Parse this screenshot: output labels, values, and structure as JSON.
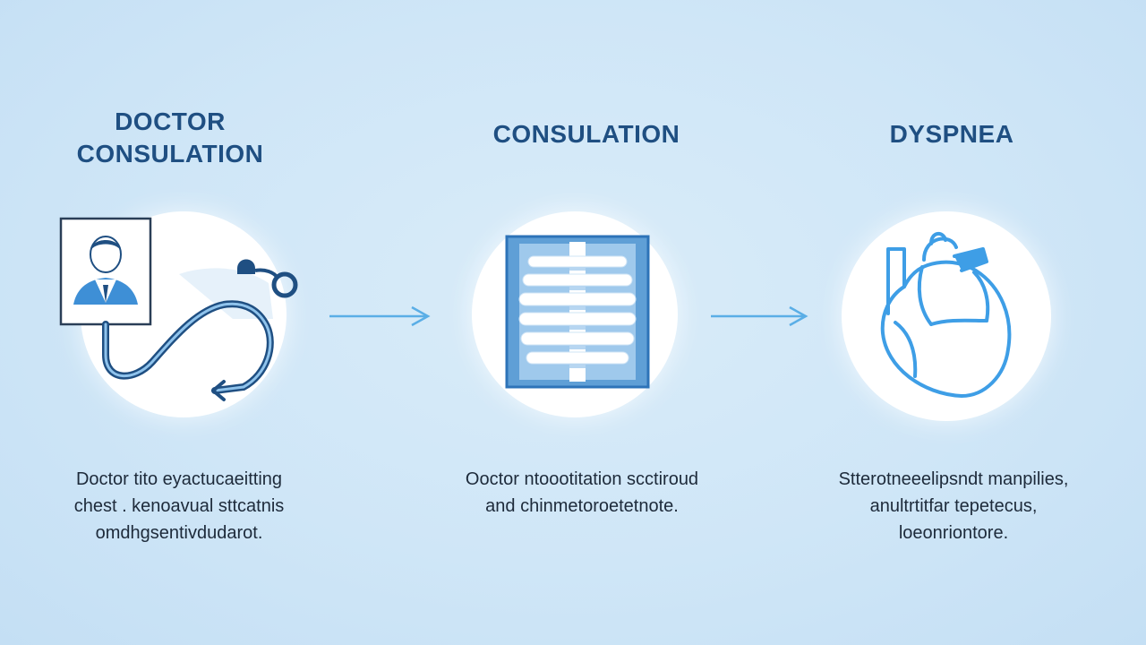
{
  "steps": [
    {
      "title_lines": [
        "DOCTOR",
        "CONSULATION"
      ],
      "icon": "doctor-stethoscope-icon",
      "desc_lines": [
        "Doctor tito eyactucaeitting",
        "chest . kenoavual sttcatnis",
        "omdhgsentivdudarot."
      ]
    },
    {
      "title_lines": [
        "CONSULATION"
      ],
      "icon": "chest-xray-icon",
      "desc_lines": [
        "Ooctor ntoootitation scctiroud",
        "and chinmetoroetetnote."
      ]
    },
    {
      "title_lines": [
        "DYSPNEA"
      ],
      "icon": "heart-icon",
      "desc_lines": [
        "Stterotneeelipsndt manpilies,",
        "anultrtitfar tepetecus,",
        "loeonriontore."
      ]
    }
  ],
  "colors": {
    "background": "#cfe6f7",
    "title": "#1f4f82",
    "icon_dark": "#1f4f82",
    "icon_mid": "#2d73b8",
    "icon_light": "#3e9ee6",
    "arrow": "#5aaee6",
    "text": "#1d2a3a"
  }
}
